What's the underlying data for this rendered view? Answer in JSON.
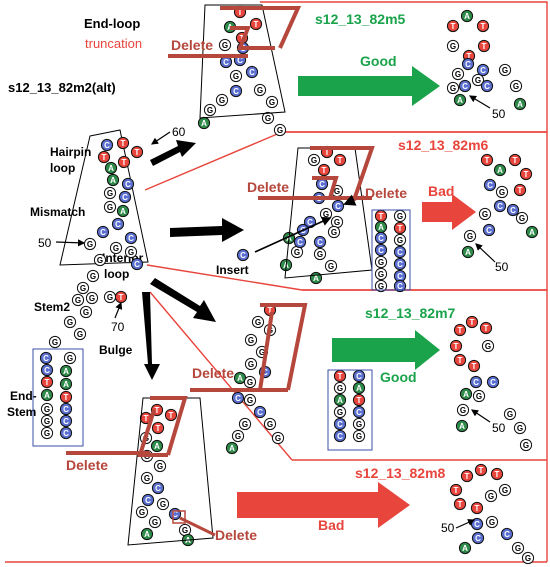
{
  "title": {
    "line1": "End-loop",
    "line2": "truncation"
  },
  "parent_name": "s12_13_82m2(alt)",
  "parent_labels": {
    "hairpin1": "Hairpin",
    "hairpin2": "loop",
    "mismatch": "Mismatch",
    "interior1": "Interior",
    "interior2": "loop",
    "stem2": "Stem2",
    "bulge": "Bulge",
    "endstem1": "End-",
    "endstem2": "Stem",
    "num50": "50",
    "num60": "60",
    "num70": "70"
  },
  "variants": [
    {
      "name": "s12_13_82m5",
      "verdict": "Good",
      "name_color": "#1aa34a",
      "verdict_color": "#1aa34a",
      "num": "50",
      "delete": "Delete"
    },
    {
      "name": "s12_13_82m6",
      "verdict": "Bad",
      "name_color": "#e8453c",
      "verdict_color": "#e8453c",
      "num": "50",
      "delete1": "Delete",
      "delete2": "Delete",
      "insert": "Insert"
    },
    {
      "name": "s12_13_82m7",
      "verdict": "Good",
      "name_color": "#1aa34a",
      "verdict_color": "#1aa34a",
      "num": "50",
      "delete": "Delete"
    },
    {
      "name": "s12_13_82m8",
      "verdict": "Bad",
      "name_color": "#e8453c",
      "verdict_color": "#e8453c",
      "num": "50",
      "delete1": "Delete",
      "delete2": "Delete"
    }
  ],
  "colors": {
    "T": "#e8453c",
    "A": "#2e8b4a",
    "C": "#5b6fd1",
    "G": "#ffffff",
    "frame": "#e8453c",
    "cut": "#b5473c"
  }
}
